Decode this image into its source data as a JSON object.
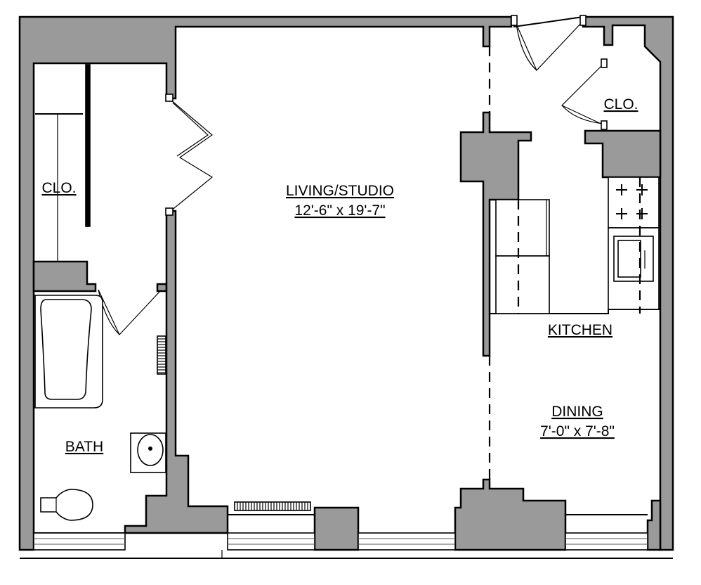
{
  "rooms": {
    "living": {
      "name": "LIVING/STUDIO",
      "dimensions": "12'-6\" x 19'-7\""
    },
    "dining": {
      "name": "DINING",
      "dimensions": "7'-0\" x 7'-8\""
    },
    "kitchen": {
      "name": "KITCHEN"
    },
    "bath": {
      "name": "BATH"
    },
    "closet_left": {
      "name": "CLO."
    },
    "closet_right": {
      "name": "CLO."
    }
  },
  "colors": {
    "wall_fill": "#9a9a9a",
    "line": "#000000",
    "background": "#ffffff"
  }
}
